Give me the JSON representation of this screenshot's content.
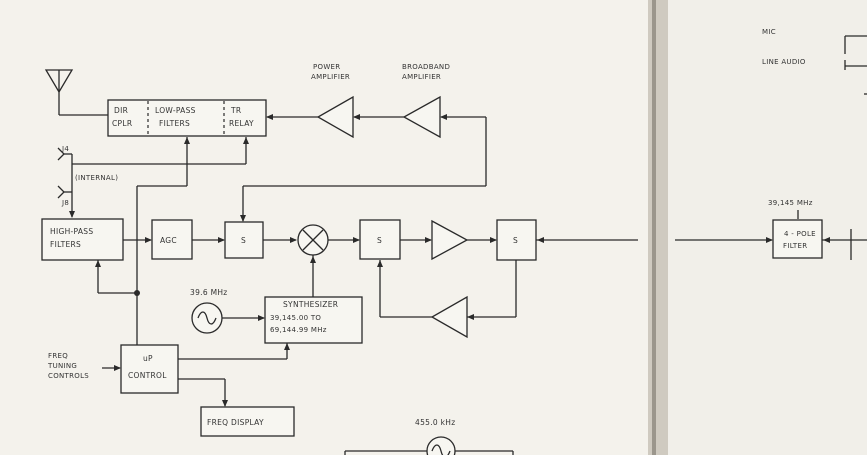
{
  "blocks": {
    "dir_cplr": [
      "DIR",
      "CPLR"
    ],
    "lowpass": [
      "LOW-PASS",
      "FILTERS"
    ],
    "tr_relay": [
      "TR",
      "RELAY"
    ],
    "highpass": [
      "HIGH-PASS",
      "FILTERS"
    ],
    "agc": "AGC",
    "switch": "S",
    "synth": [
      "SYNTHESIZER",
      "39,145.00  TO",
      "69,144.99  MHz"
    ],
    "up_control": [
      "uP",
      "CONTROL"
    ],
    "freq_display": "FREQ DISPLAY",
    "filter4pole": [
      "4 - POLE",
      "FILTER"
    ]
  },
  "labels": {
    "power_amp": [
      "POWER",
      "AMPLIFIER"
    ],
    "broadband_amp": [
      "BROADBAND",
      "AMPLIFIER"
    ],
    "j4": "J4",
    "internal": "(INTERNAL)",
    "j8": "J8",
    "osc_39_6": "39.6 MHz",
    "osc_455": "455.0 kHz",
    "freq_tuning": [
      "FREQ",
      "TUNING",
      "CONTROLS"
    ],
    "mic": "MIC",
    "line_audio": "LINE AUDIO",
    "if_39145": "39,145 MHz"
  }
}
